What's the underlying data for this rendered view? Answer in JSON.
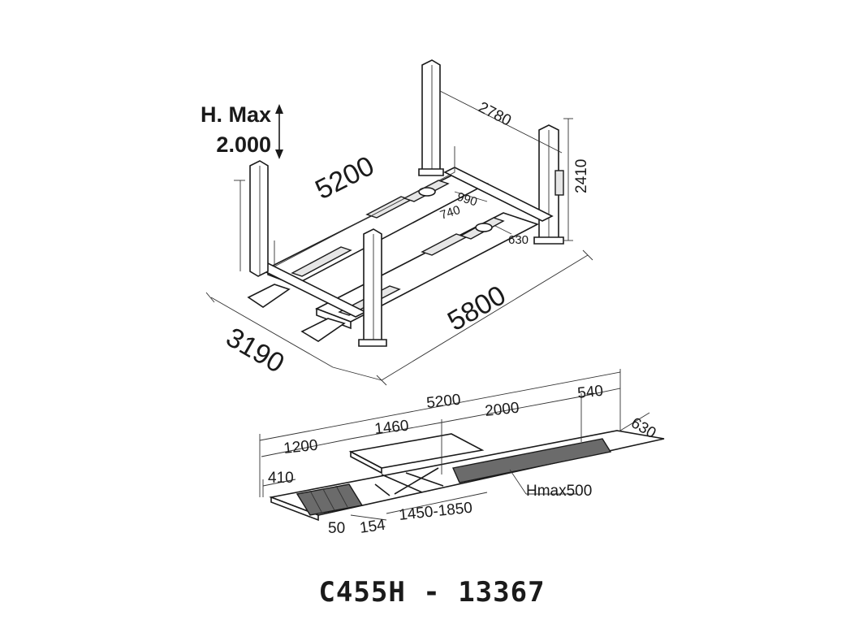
{
  "height_label": {
    "line1": "H. Max",
    "line2": "2.000"
  },
  "top_view": {
    "runway_length": "5200",
    "column_spacing": "2780",
    "column_height": "2410",
    "overall_length": "5800",
    "overall_width": "3190",
    "dim_990": "990",
    "dim_740": "740",
    "dim_630": "630"
  },
  "bottom_view": {
    "total_length": "5200",
    "dim_2000": "2000",
    "dim_540": "540",
    "dim_630": "630",
    "dim_1460": "1460",
    "dim_1200": "1200",
    "dim_410": "410",
    "dim_50": "50",
    "dim_154": "154",
    "dim_range": "1450-1850",
    "hmax": "Hmax500"
  },
  "caption": "C455H - 13367"
}
